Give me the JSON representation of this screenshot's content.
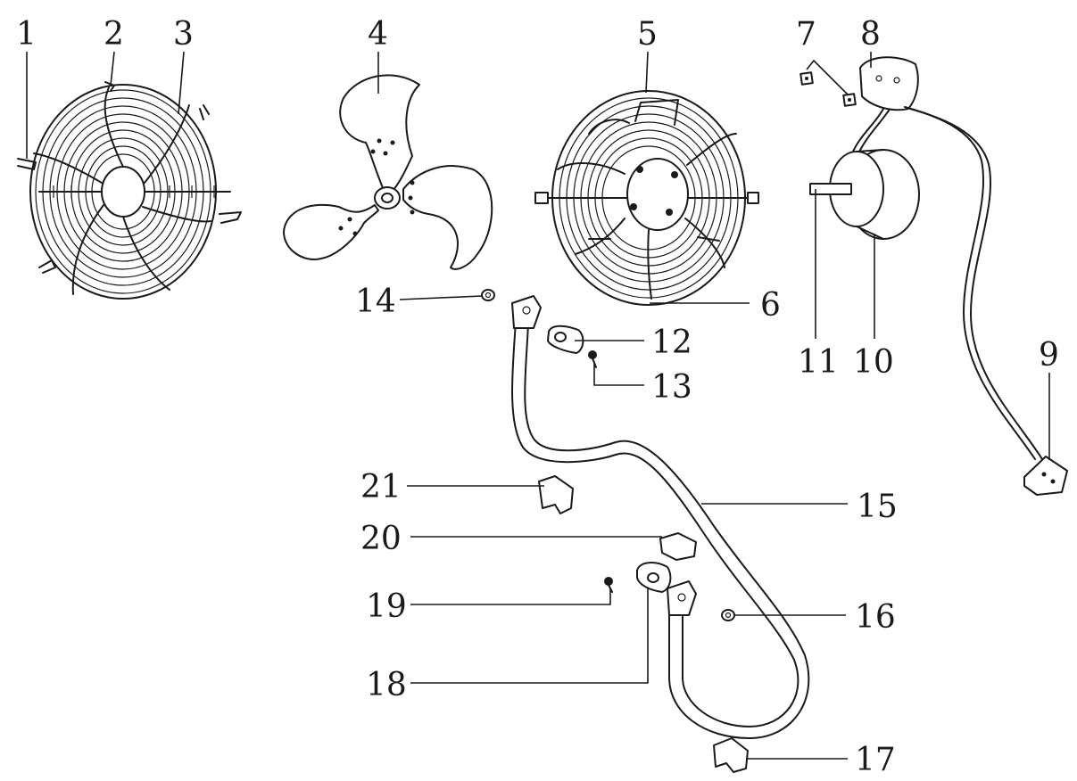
{
  "diagram": {
    "labels": [
      {
        "id": "1",
        "text": "1"
      },
      {
        "id": "2",
        "text": "2"
      },
      {
        "id": "3",
        "text": "3"
      },
      {
        "id": "4",
        "text": "4"
      },
      {
        "id": "5",
        "text": "5"
      },
      {
        "id": "6",
        "text": "6"
      },
      {
        "id": "7",
        "text": "7"
      },
      {
        "id": "8",
        "text": "8"
      },
      {
        "id": "9",
        "text": "9"
      },
      {
        "id": "10",
        "text": "10"
      },
      {
        "id": "11",
        "text": "11"
      },
      {
        "id": "12",
        "text": "12"
      },
      {
        "id": "13",
        "text": "13"
      },
      {
        "id": "14",
        "text": "14"
      },
      {
        "id": "15",
        "text": "15"
      },
      {
        "id": "16",
        "text": "16"
      },
      {
        "id": "17",
        "text": "17"
      },
      {
        "id": "18",
        "text": "18"
      },
      {
        "id": "19",
        "text": "19"
      },
      {
        "id": "20",
        "text": "20"
      },
      {
        "id": "21",
        "text": "21"
      }
    ],
    "colors": {
      "ink": "#1a1a1a",
      "background": "#ffffff"
    }
  }
}
